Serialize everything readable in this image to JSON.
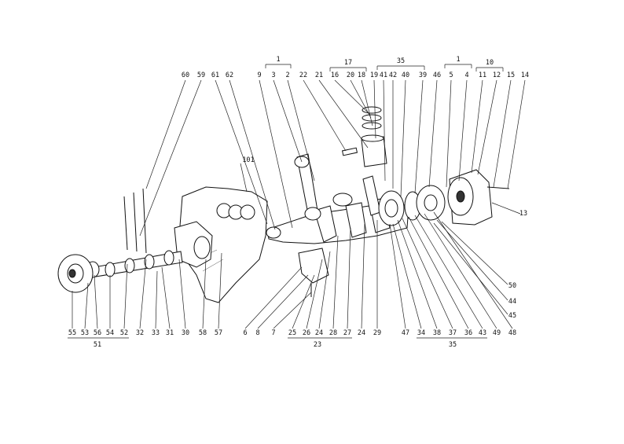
{
  "diagram": {
    "top_callouts": [
      "60",
      "59",
      "61",
      "62",
      "9",
      "3",
      "2",
      "22",
      "21",
      "16",
      "20",
      "18",
      "19",
      "41",
      "42",
      "40",
      "39",
      "46",
      "5",
      "4",
      "11",
      "12",
      "15",
      "14"
    ],
    "bracket_callouts": [
      {
        "label": "1"
      },
      {
        "label": "17"
      },
      {
        "label": "35"
      },
      {
        "label": "1"
      },
      {
        "label": "10"
      }
    ],
    "side_callouts": [
      "13",
      "50",
      "44",
      "45",
      "101"
    ],
    "bottom_callouts": [
      "55",
      "53",
      "56",
      "54",
      "52",
      "32",
      "33",
      "31",
      "30",
      "58",
      "57",
      "6",
      "8",
      "7",
      "25",
      "26",
      "24",
      "28",
      "27",
      "24",
      "29",
      "47",
      "34",
      "38",
      "37",
      "36",
      "43",
      "49",
      "48"
    ],
    "bottom_groups": [
      {
        "label": "51"
      },
      {
        "label": "23"
      },
      {
        "label": "35"
      }
    ]
  }
}
